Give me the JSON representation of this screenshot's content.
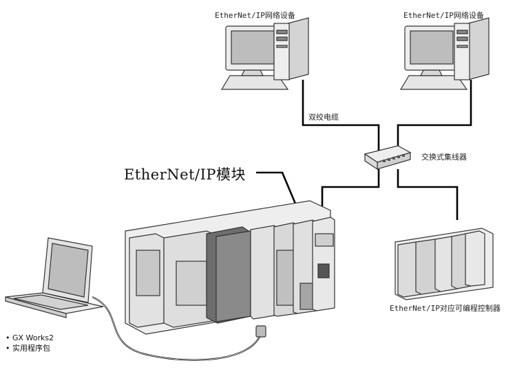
{
  "labels": {
    "device_left": "EtherNet/IP网络设备",
    "device_right": "EtherNet/IP网络设备",
    "cable": "双绞电缆",
    "switch": "交换式集线器",
    "module": "EtherNet/IP模块",
    "plc_right": "EtherNet/IP对应可编程控制器"
  },
  "software": [
    "GX Works2",
    "实用程序包"
  ],
  "bullet": "•",
  "colors": {
    "line": "#000000",
    "device_body": "#e9e9e9",
    "screen": "#bdbdbd",
    "module_dark": "#6d6d6d"
  }
}
